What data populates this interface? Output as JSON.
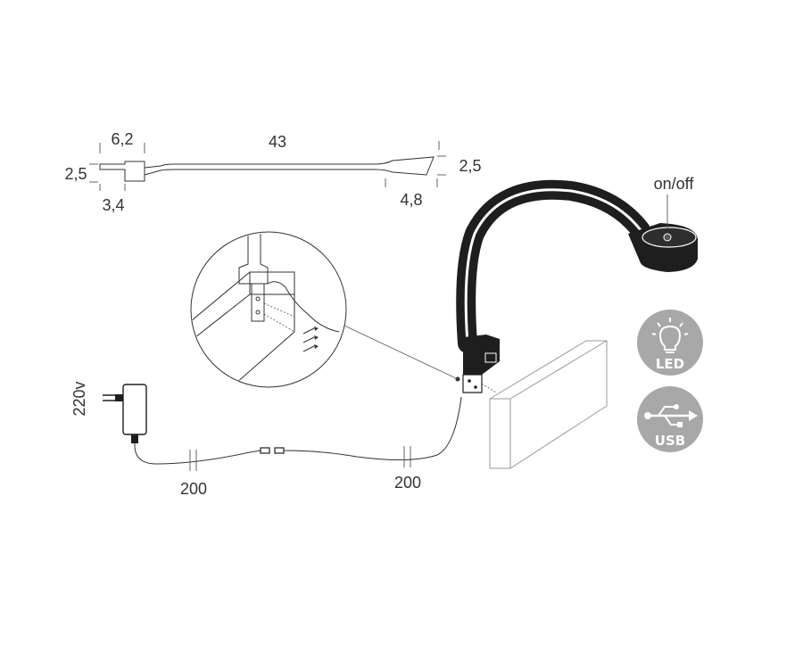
{
  "dimensions": {
    "width_left": "6,2",
    "length": "43",
    "height_left": "2,5",
    "depth_left": "3,4",
    "height_right": "2,5",
    "width_right": "4,8"
  },
  "labels": {
    "switch": "on/off",
    "voltage": "220v",
    "cable_left": "200",
    "cable_right": "200"
  },
  "badges": [
    {
      "text": "LED",
      "icon": "bulb-icon"
    },
    {
      "text": "USB",
      "icon": "usb-icon"
    }
  ],
  "colors": {
    "lamp": "#1e1e1e",
    "badge": "#a8a8a8",
    "line": "#333333"
  }
}
